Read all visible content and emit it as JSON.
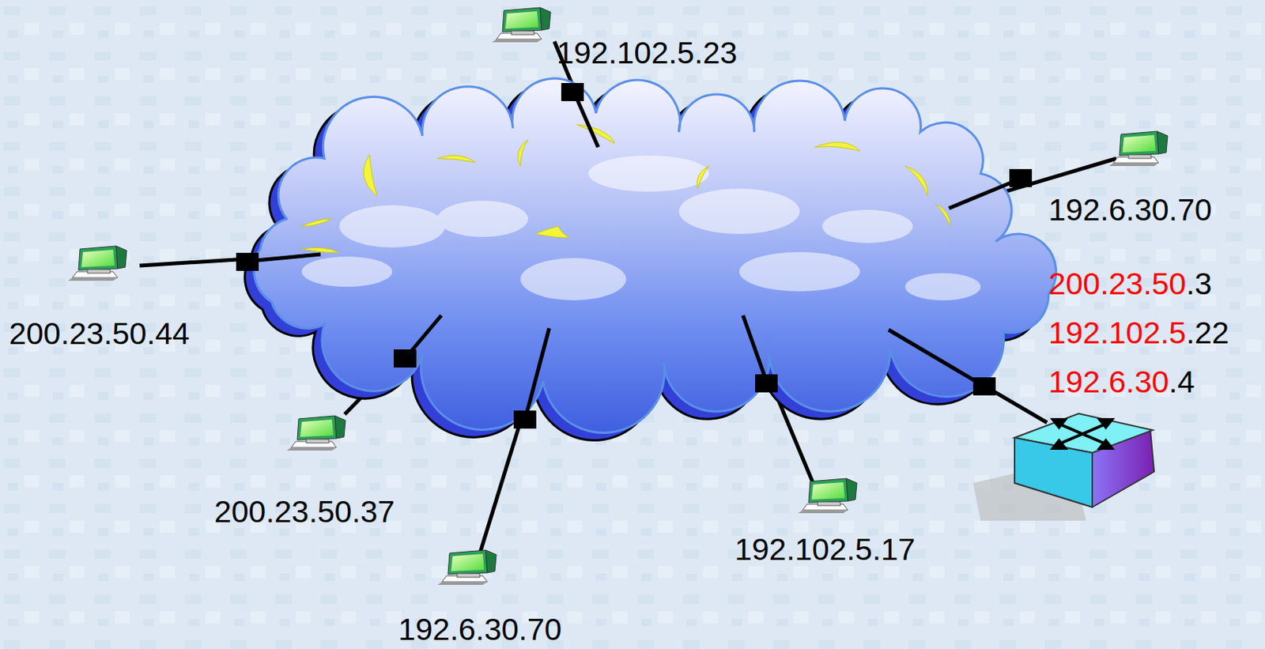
{
  "diagram": {
    "labels": [
      "192.102.5.23",
      "192.6.30.70",
      "200.23.50.3",
      "192.102.5.22",
      "192.6.30.4",
      "200.23.50.44",
      "200.23.50.37",
      "192.102.5.17",
      "192.6.30.70"
    ]
  }
}
